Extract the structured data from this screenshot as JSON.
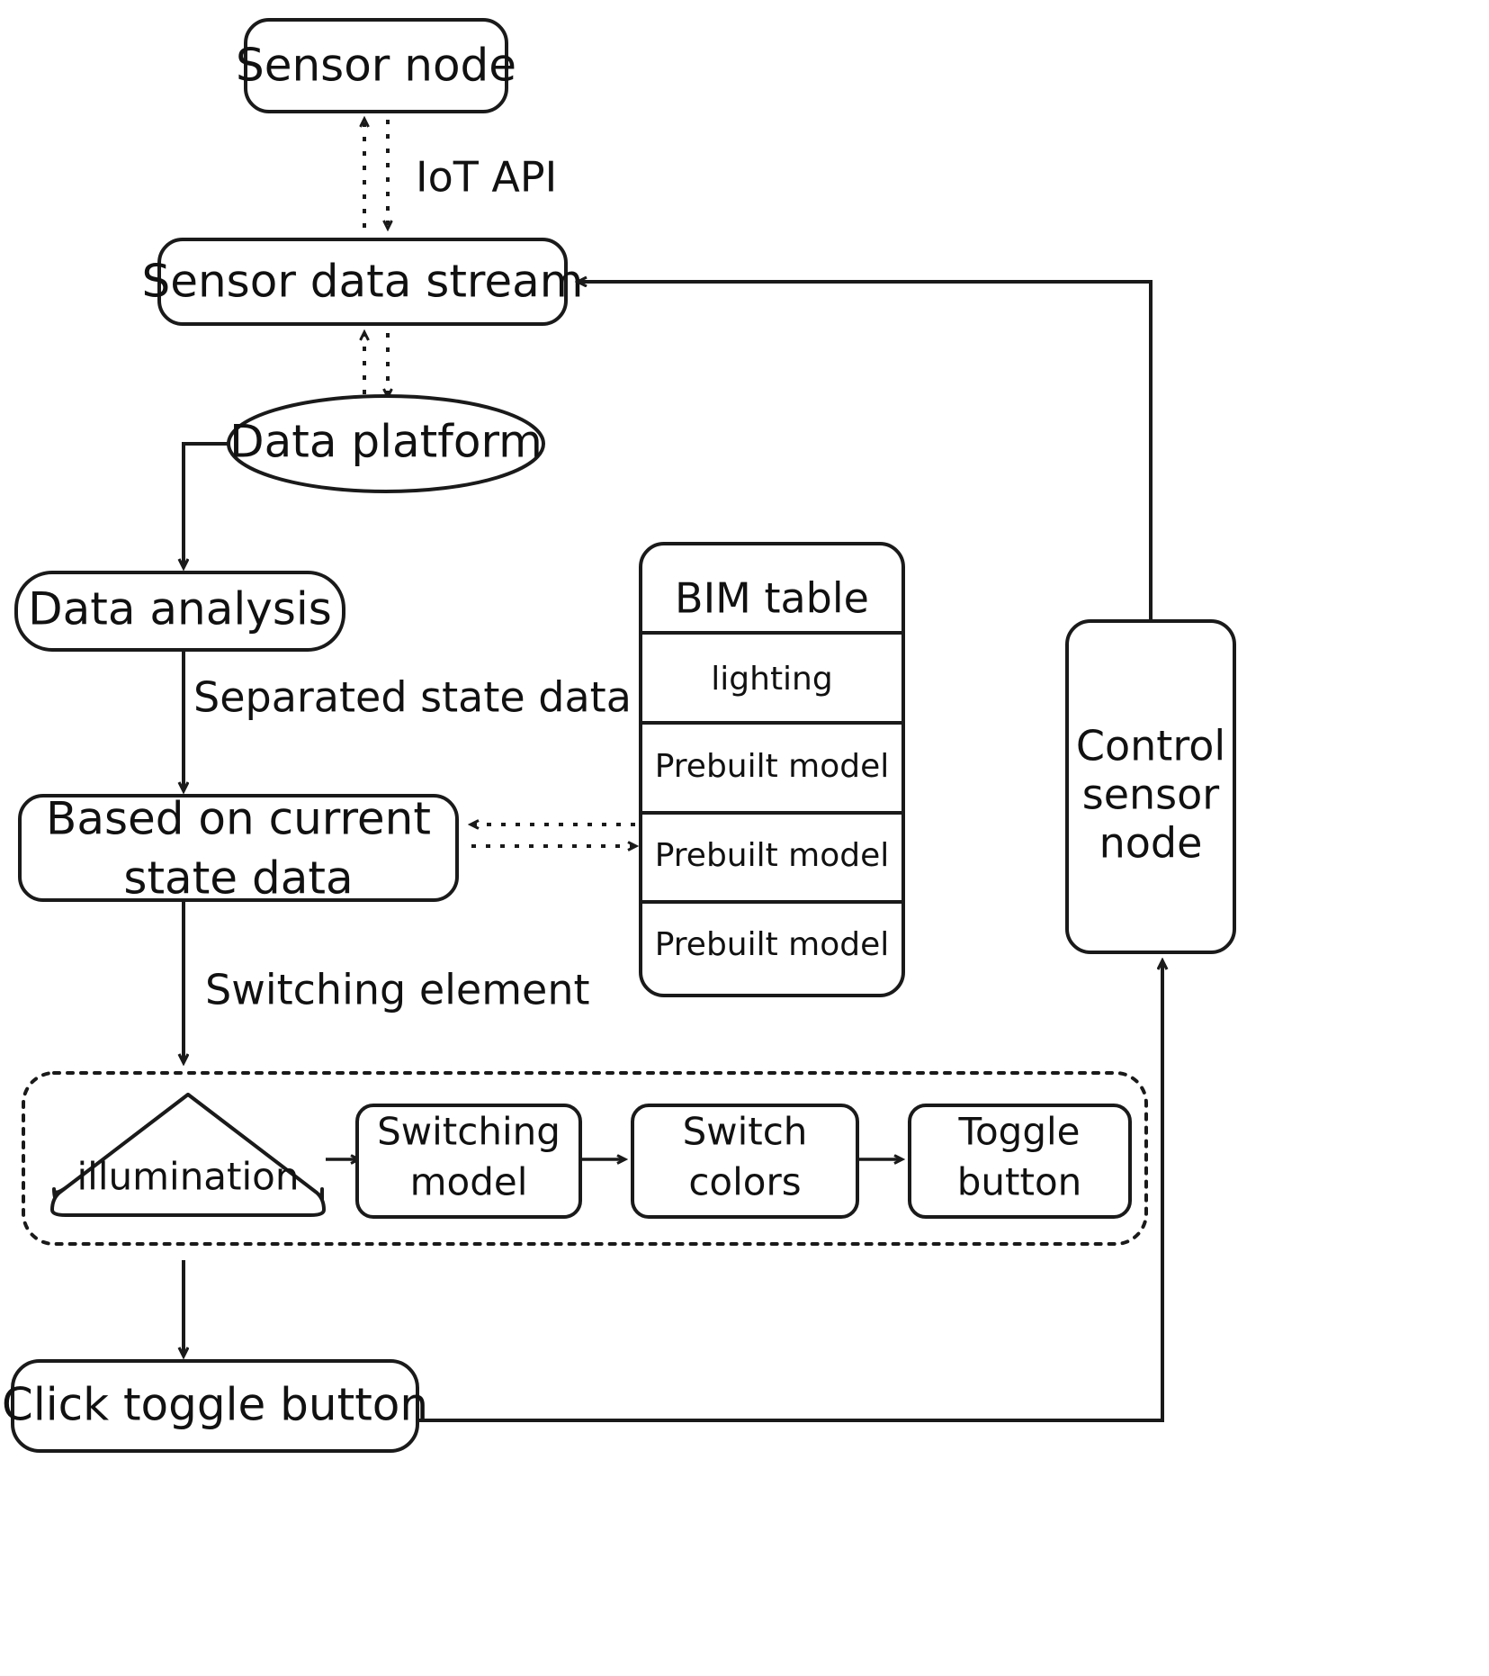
{
  "diagram": {
    "title": "IoT sensor to BIM lighting control flowchart",
    "background_color": "#ffffff",
    "stroke_color": "#1a1a1a",
    "nodes": {
      "sensor_node": "Sensor node",
      "sensor_data_stream": "Sensor data stream",
      "data_platform": "Data platform",
      "data_analysis": "Data analysis",
      "based_on_current_state_data_line1": "Based on current",
      "based_on_current_state_data_line2": "state data",
      "control_sensor_node_line1": "Control",
      "control_sensor_node_line2": "sensor",
      "control_sensor_node_line3": "node",
      "illumination": "illumination",
      "switching_model_line1": "Switching",
      "switching_model_line2": "model",
      "switch_colors_line1": "Switch",
      "switch_colors_line2": "colors",
      "toggle_button_line1": "Toggle",
      "toggle_button_line2": "button",
      "click_toggle_button": "Click toggle button"
    },
    "bim_table": {
      "header": "BIM table",
      "rows": [
        "lighting",
        "Prebuilt model",
        "Prebuilt model",
        "Prebuilt model"
      ]
    },
    "edge_labels": {
      "iot_api": "IoT API",
      "separated_state_data": "Separated state data",
      "switching_element": "Switching element"
    }
  }
}
